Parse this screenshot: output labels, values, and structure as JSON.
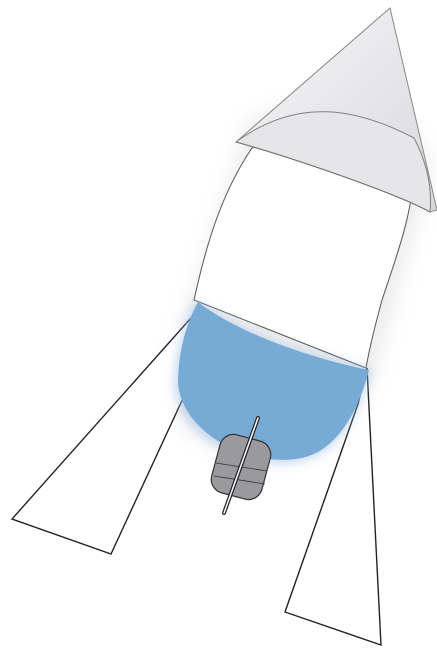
{
  "illustration": {
    "subject": "water-bottle-rocket",
    "colors": {
      "background": "#ffffff",
      "outline": "#222222",
      "body_fill": "#ffffff",
      "nose_cone_fill": "#e6e6e8",
      "nose_cone_highlight": "#f7f7f8",
      "water": "#78aad6",
      "water_glow": "#9dc0e6",
      "nozzle_fill": "#9a9a9e",
      "fin_fill": "#ffffff",
      "shadow": "#c9c9cf"
    },
    "parts": [
      "nose-cone",
      "bottle-body",
      "water",
      "nozzle",
      "launch-rod",
      "left-fin",
      "right-fin"
    ]
  }
}
